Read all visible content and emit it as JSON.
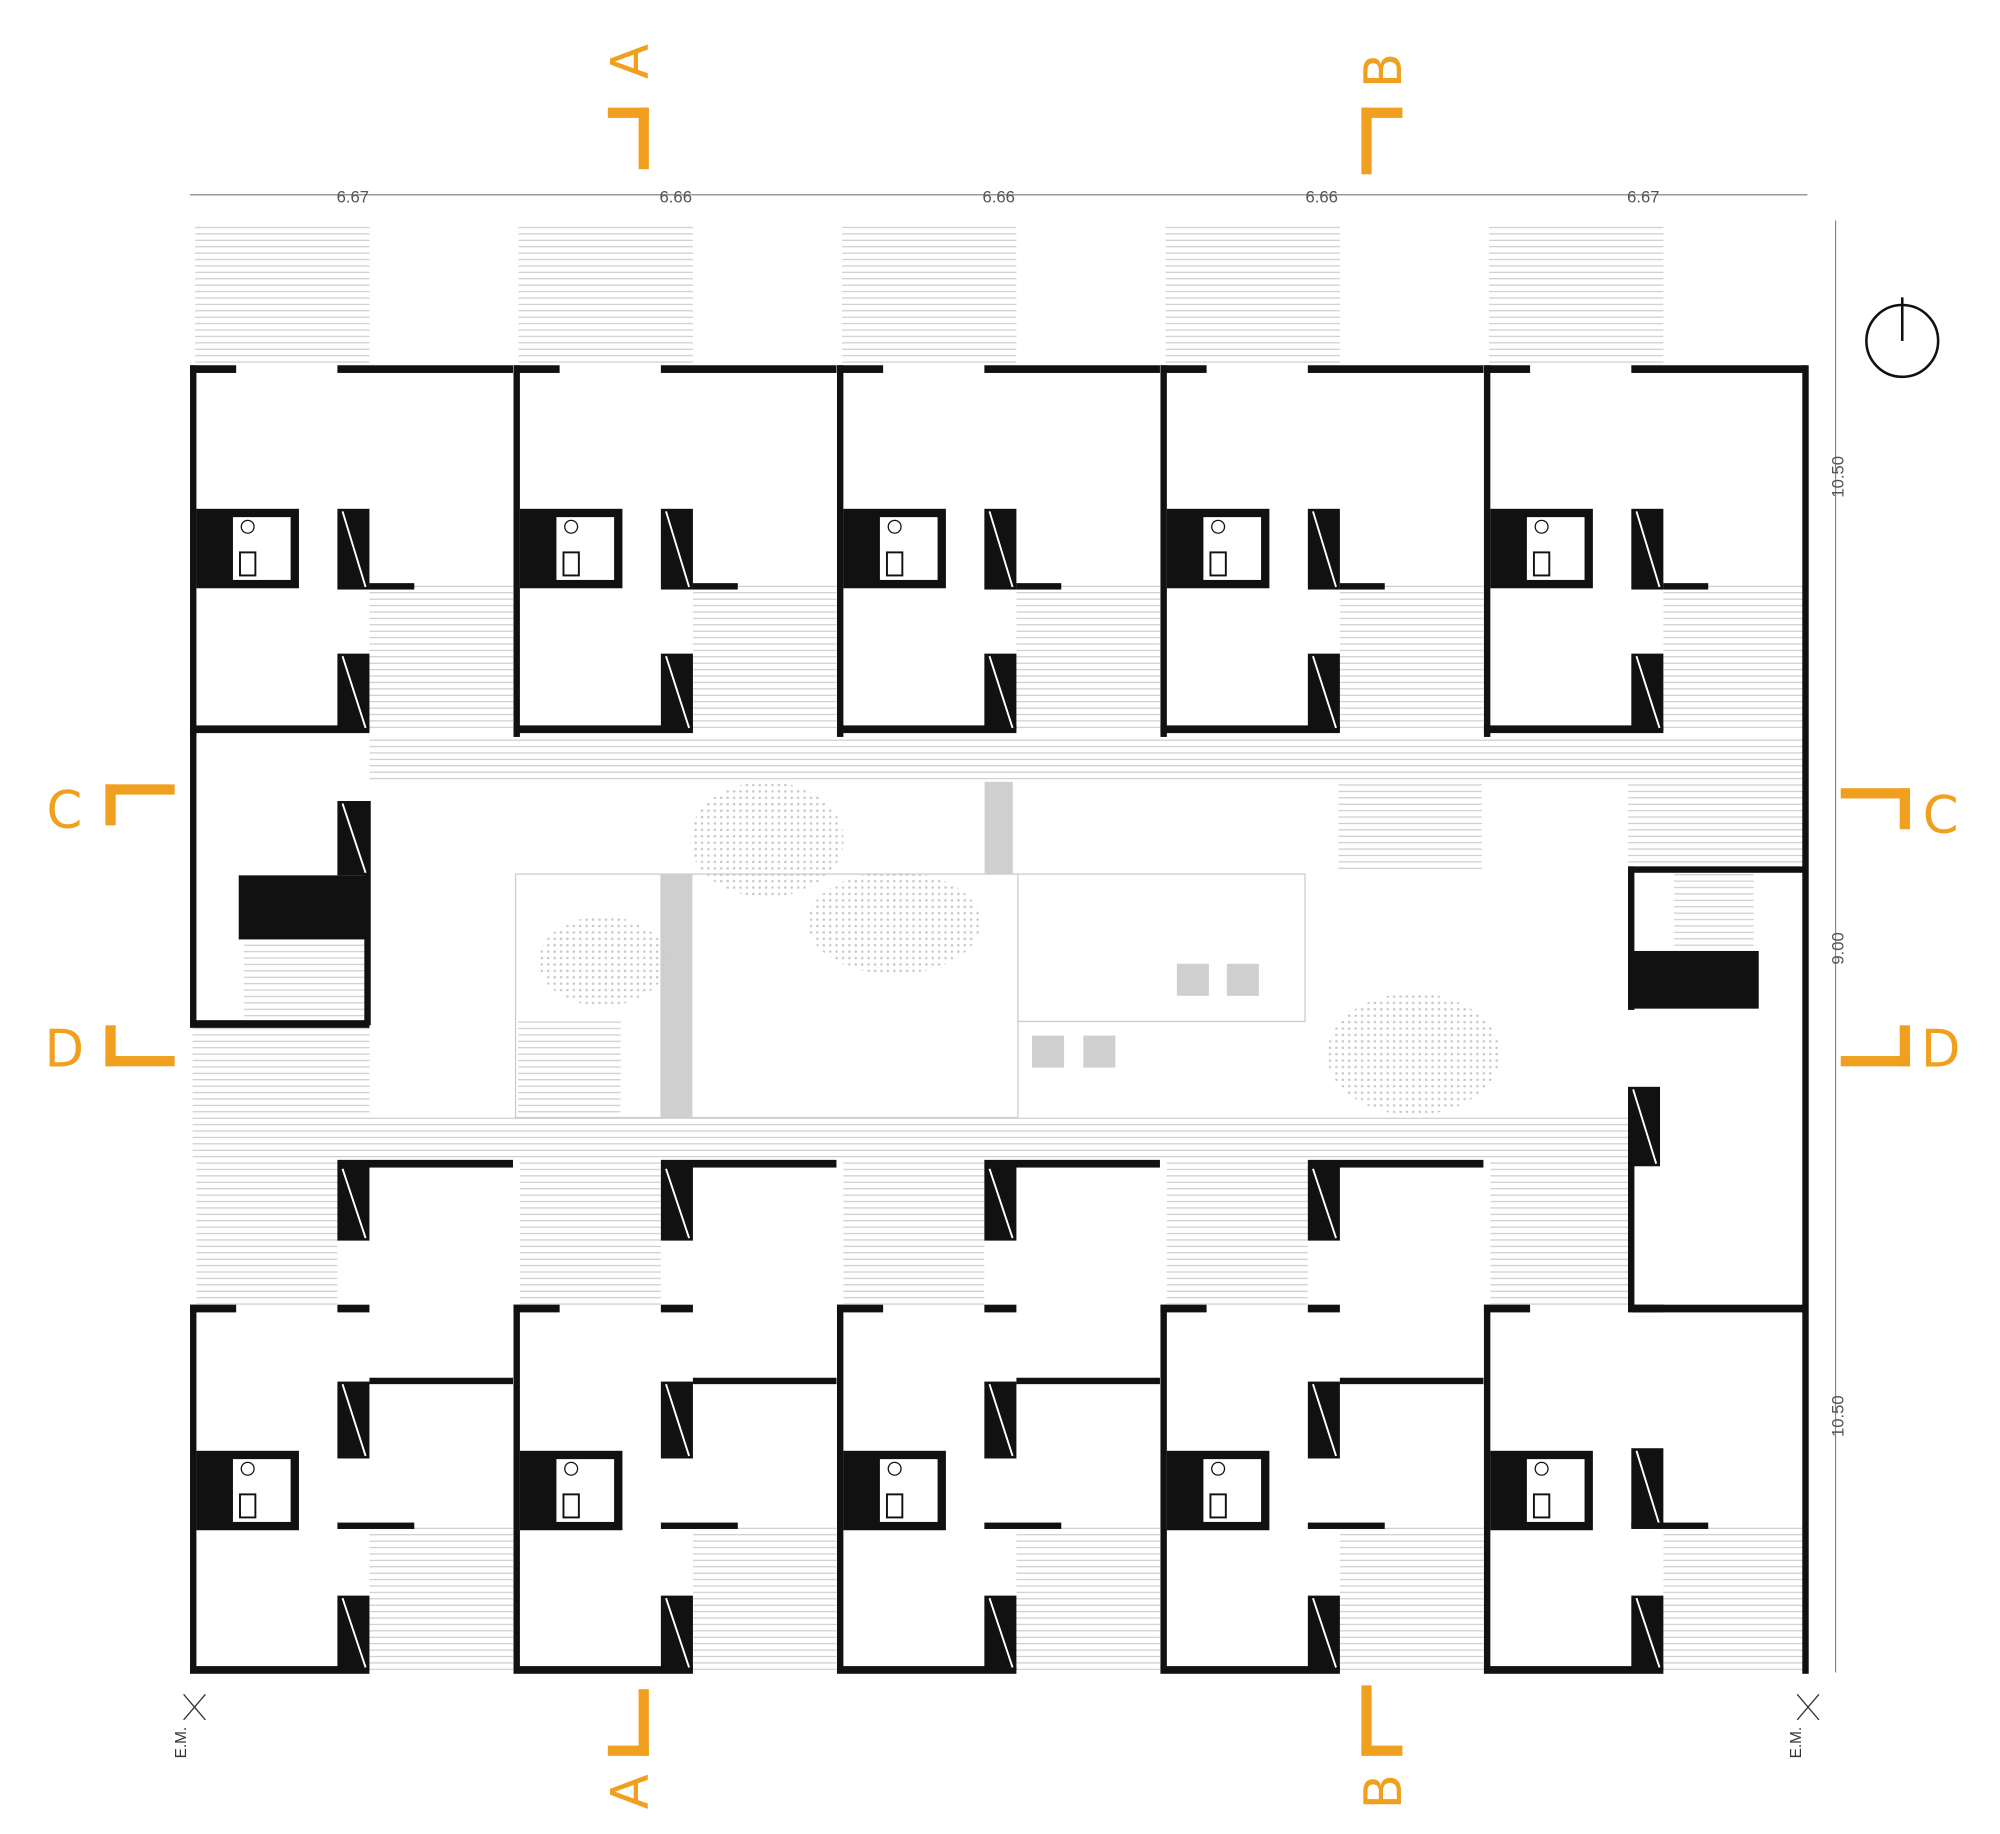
{
  "plan": {
    "horizontal_dimensions": [
      "6.67",
      "6.66",
      "6.66",
      "6.66",
      "6.67"
    ],
    "vertical_dimensions": [
      "10.50",
      "9.00",
      "10.50"
    ],
    "section_marks": {
      "a": "A",
      "b": "B",
      "c": "C",
      "d": "D"
    },
    "scale_label": "E.M.",
    "unit_count_per_row": 5
  },
  "colors": {
    "section": "#f0a01e",
    "wall": "#111111",
    "hatch": "#bdbdbd",
    "fill_grey": "#cfcfcf"
  }
}
